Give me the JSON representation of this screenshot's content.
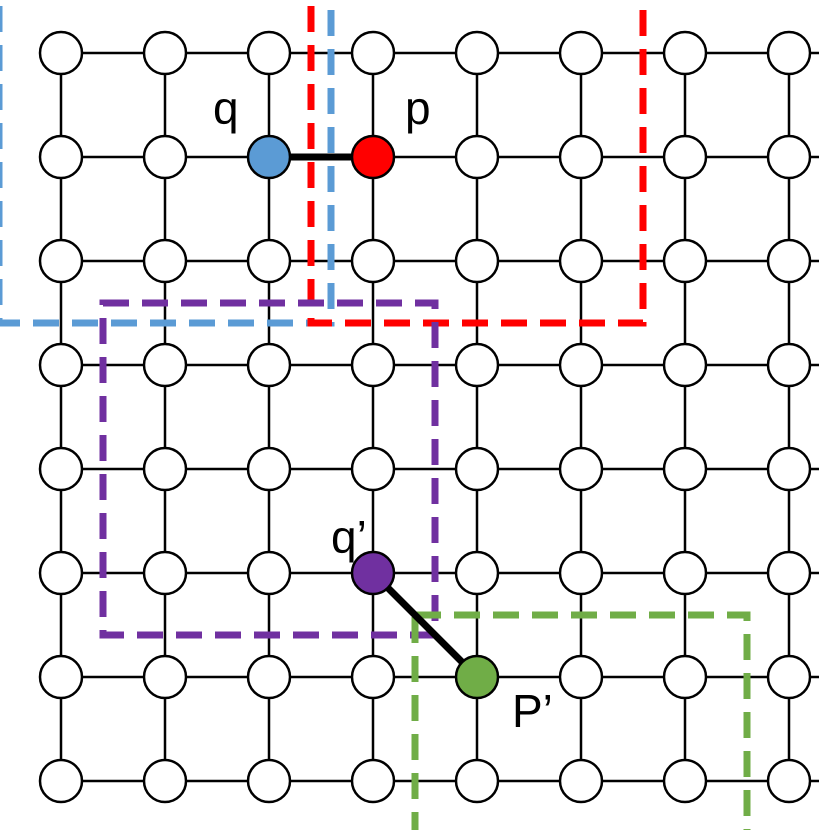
{
  "grid": {
    "rows": 8,
    "cols": 8,
    "node_fill": "#ffffff",
    "edge_color": "#000000"
  },
  "highlighted_nodes": [
    {
      "id": "q",
      "label": "q",
      "row": 1,
      "col": 2,
      "color": "#5b9bd5"
    },
    {
      "id": "p",
      "label": "p",
      "row": 1,
      "col": 3,
      "color": "#ff0000"
    },
    {
      "id": "q-prime",
      "label": "q’",
      "row": 5,
      "col": 3,
      "color": "#7030a0"
    },
    {
      "id": "p-prime",
      "label": "P’",
      "row": 6,
      "col": 4,
      "color": "#70ad47"
    }
  ],
  "highlighted_edges": [
    {
      "from": "q",
      "to": "p"
    },
    {
      "from": "q-prime",
      "to": "p-prime"
    }
  ],
  "neighborhood_boxes": [
    {
      "id": "q-window",
      "color": "#5b9bd5",
      "rows": [
        0,
        2
      ],
      "cols": [
        0,
        2
      ]
    },
    {
      "id": "p-window",
      "color": "#ff0000",
      "rows": [
        0,
        2
      ],
      "cols": [
        3,
        5
      ]
    },
    {
      "id": "q-prime-window",
      "color": "#7030a0",
      "rows": [
        3,
        5
      ],
      "cols": [
        1,
        3
      ]
    },
    {
      "id": "p-prime-window",
      "color": "#70ad47",
      "rows": [
        6,
        7
      ],
      "cols": [
        4,
        6
      ]
    }
  ]
}
